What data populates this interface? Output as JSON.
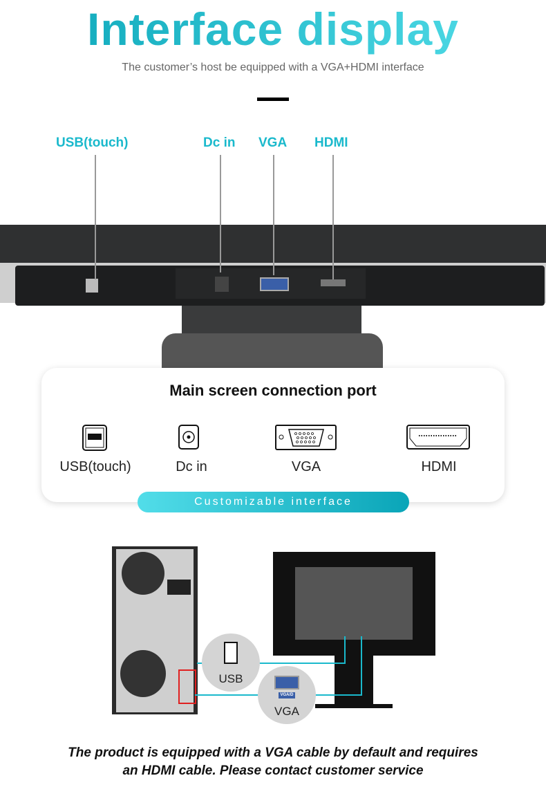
{
  "header": {
    "title": "Interface display",
    "subtitle": "The customer’s host be equipped with a VGA+HDMI interface"
  },
  "callouts": [
    "USB(touch)",
    "Dc in",
    "VGA",
    "HDMI"
  ],
  "card": {
    "title": "Main screen connection port",
    "ports": [
      "USB(touch)",
      "Dc in",
      "VGA",
      "HDMI"
    ],
    "banner": "Customizable interface"
  },
  "diagram": {
    "usb": "USB",
    "vga": "VGA",
    "vga_tag": "VGA/D"
  },
  "footer": {
    "line1": "The product is equipped with a VGA cable by default and requires",
    "line2": "an HDMI cable. Please contact customer service"
  },
  "colors": {
    "accent": "#1ab9cc",
    "cable": "#1ab9cc"
  }
}
